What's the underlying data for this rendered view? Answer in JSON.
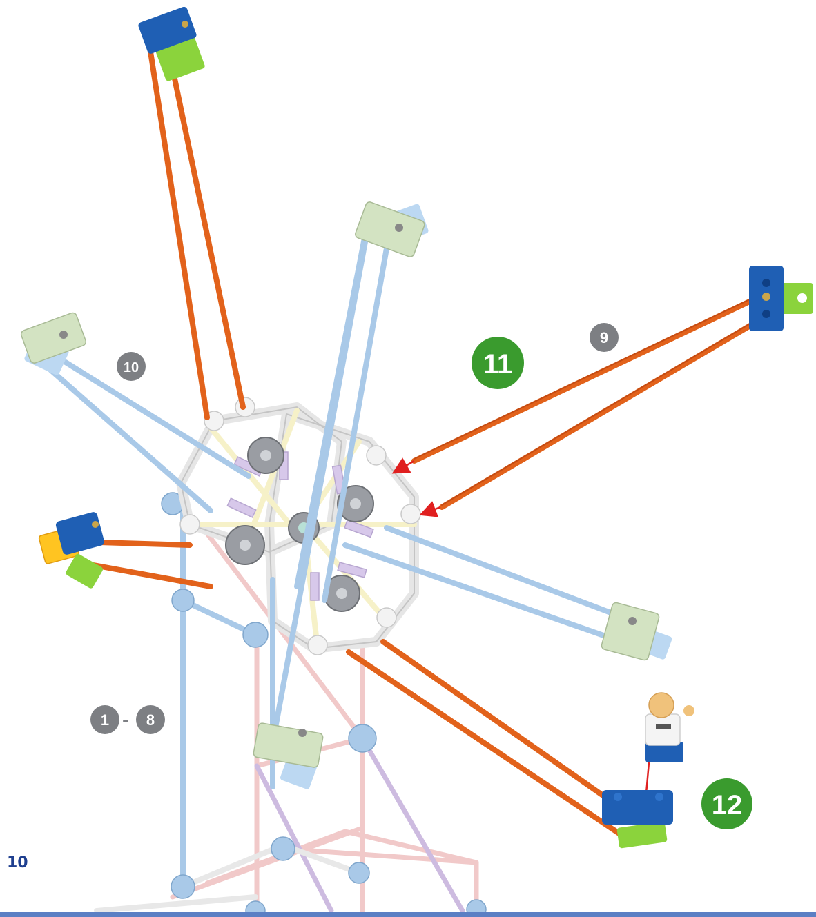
{
  "page": {
    "number": "10"
  },
  "steps": {
    "range_start": "1",
    "range_sep": "-",
    "range_end": "8",
    "s9": "9",
    "s10": "10",
    "s11": "11",
    "s12": "12"
  },
  "colors": {
    "orange_rod": "#e2621b",
    "blue_rod": "#a9c9e8",
    "pink_rod": "#f1c9c9",
    "purple_rod": "#cdbbe0",
    "white_frame": "#ececec",
    "gear_gray": "#8c8f95",
    "brick_blue": "#1f5fb4",
    "brick_green": "#8bd33c",
    "seat_sage": "#d3e3c2",
    "badge_green": "#3a9b2e",
    "badge_gray": "#7d7f83",
    "arrow_red": "#e02020",
    "page_blue": "#1f3f8f"
  }
}
